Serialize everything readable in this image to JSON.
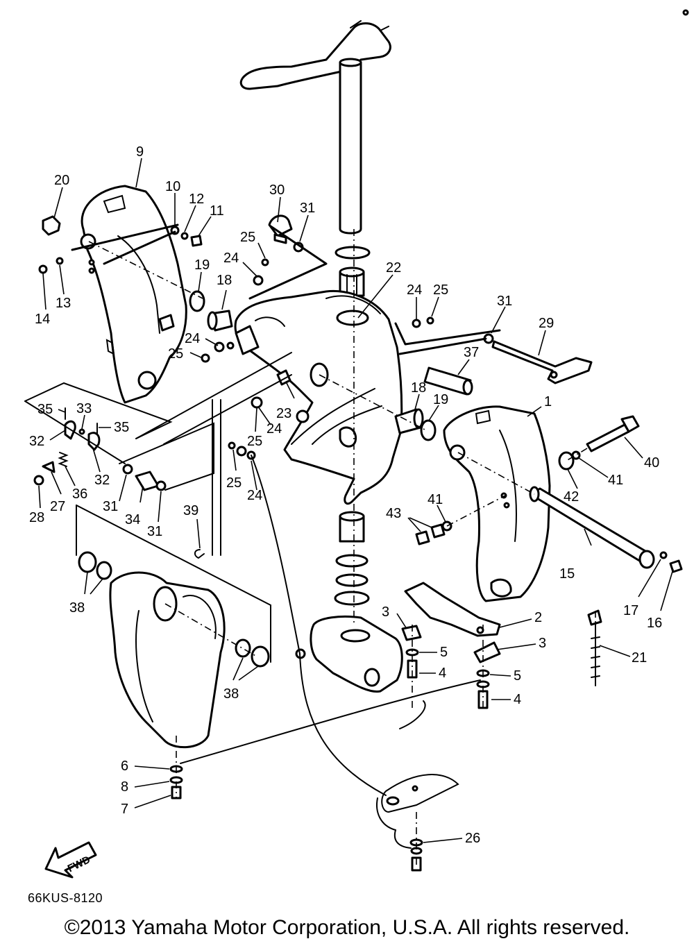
{
  "callouts": [
    {
      "id": "c1",
      "text": "1"
    },
    {
      "id": "c2",
      "text": "2"
    },
    {
      "id": "c3a",
      "text": "3"
    },
    {
      "id": "c3b",
      "text": "3"
    },
    {
      "id": "c4a",
      "text": "4"
    },
    {
      "id": "c4b",
      "text": "4"
    },
    {
      "id": "c5a",
      "text": "5"
    },
    {
      "id": "c5b",
      "text": "5"
    },
    {
      "id": "c6",
      "text": "6"
    },
    {
      "id": "c7",
      "text": "7"
    },
    {
      "id": "c8",
      "text": "8"
    },
    {
      "id": "c9",
      "text": "9"
    },
    {
      "id": "c10",
      "text": "10"
    },
    {
      "id": "c11",
      "text": "11"
    },
    {
      "id": "c12",
      "text": "12"
    },
    {
      "id": "c13",
      "text": "13"
    },
    {
      "id": "c14",
      "text": "14"
    },
    {
      "id": "c15",
      "text": "15"
    },
    {
      "id": "c16",
      "text": "16"
    },
    {
      "id": "c17",
      "text": "17"
    },
    {
      "id": "c18a",
      "text": "18"
    },
    {
      "id": "c18b",
      "text": "18"
    },
    {
      "id": "c19a",
      "text": "19"
    },
    {
      "id": "c19b",
      "text": "19"
    },
    {
      "id": "c20",
      "text": "20"
    },
    {
      "id": "c21",
      "text": "21"
    },
    {
      "id": "c22",
      "text": "22"
    },
    {
      "id": "c23",
      "text": "23"
    },
    {
      "id": "c24a",
      "text": "24"
    },
    {
      "id": "c24b",
      "text": "24"
    },
    {
      "id": "c24c",
      "text": "24"
    },
    {
      "id": "c24d",
      "text": "24"
    },
    {
      "id": "c24e",
      "text": "24"
    },
    {
      "id": "c25a",
      "text": "25"
    },
    {
      "id": "c25b",
      "text": "25"
    },
    {
      "id": "c25c",
      "text": "25"
    },
    {
      "id": "c25d",
      "text": "25"
    },
    {
      "id": "c25e",
      "text": "25"
    },
    {
      "id": "c26",
      "text": "26"
    },
    {
      "id": "c27",
      "text": "27"
    },
    {
      "id": "c28",
      "text": "28"
    },
    {
      "id": "c29",
      "text": "29"
    },
    {
      "id": "c30",
      "text": "30"
    },
    {
      "id": "c31a",
      "text": "31"
    },
    {
      "id": "c31b",
      "text": "31"
    },
    {
      "id": "c31c",
      "text": "31"
    },
    {
      "id": "c31d",
      "text": "31"
    },
    {
      "id": "c32a",
      "text": "32"
    },
    {
      "id": "c32b",
      "text": "32"
    },
    {
      "id": "c33",
      "text": "33"
    },
    {
      "id": "c34",
      "text": "34"
    },
    {
      "id": "c35a",
      "text": "35"
    },
    {
      "id": "c35b",
      "text": "35"
    },
    {
      "id": "c36",
      "text": "36"
    },
    {
      "id": "c37",
      "text": "37"
    },
    {
      "id": "c38a",
      "text": "38"
    },
    {
      "id": "c38b",
      "text": "38"
    },
    {
      "id": "c39",
      "text": "39"
    },
    {
      "id": "c40",
      "text": "40"
    },
    {
      "id": "c41a",
      "text": "41"
    },
    {
      "id": "c41b",
      "text": "41"
    },
    {
      "id": "c42",
      "text": "42"
    },
    {
      "id": "c43",
      "text": "43"
    }
  ],
  "fwd_label": "FWD",
  "diagram_code": "66KUS-8120",
  "copyright": "©2013 Yamaha Motor Corporation, U.S.A. All rights reserved."
}
